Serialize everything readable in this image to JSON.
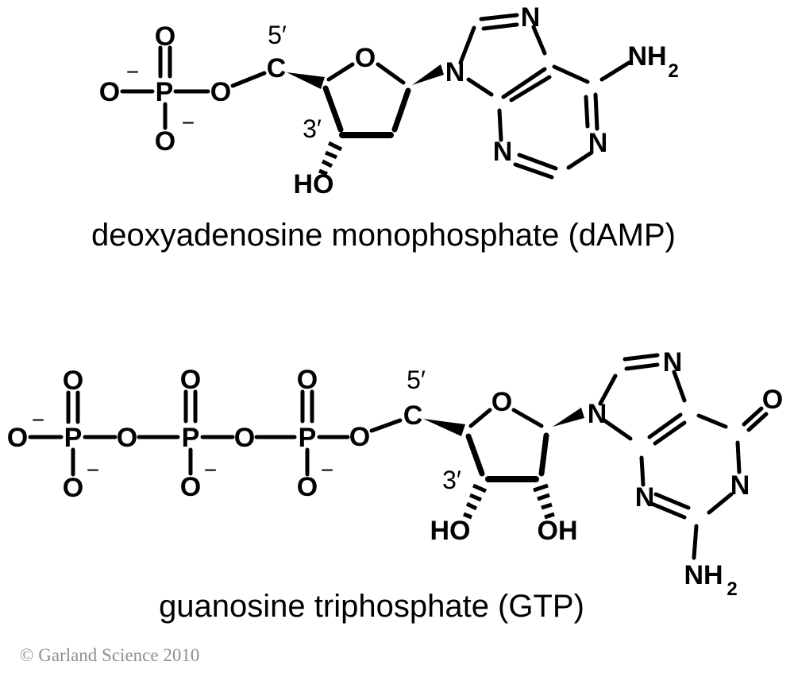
{
  "background_color": "#ffffff",
  "ink_color": "#000000",
  "copyright_color": "#8f8f8f",
  "glyphs": {
    "oxygen": "O",
    "phosphorus": "P",
    "carbon": "C",
    "nitrogen": "N",
    "hydroxyl_ho": "HO",
    "hydroxyl_oh": "OH",
    "amino_nh": "NH",
    "subscript_two": "2",
    "charge_minus": "−",
    "five_prime": "5′",
    "three_prime": "3′"
  },
  "damp": {
    "caption": "deoxyadenosine monophosphate (dAMP)",
    "base": "adenine",
    "sugar": "deoxyribose",
    "phosphate_groups": 1
  },
  "gtp": {
    "caption": "guanosine triphosphate (GTP)",
    "base": "guanine",
    "sugar": "ribose",
    "phosphate_groups": 3
  },
  "footer": {
    "copyright": "© Garland Science 2010"
  }
}
